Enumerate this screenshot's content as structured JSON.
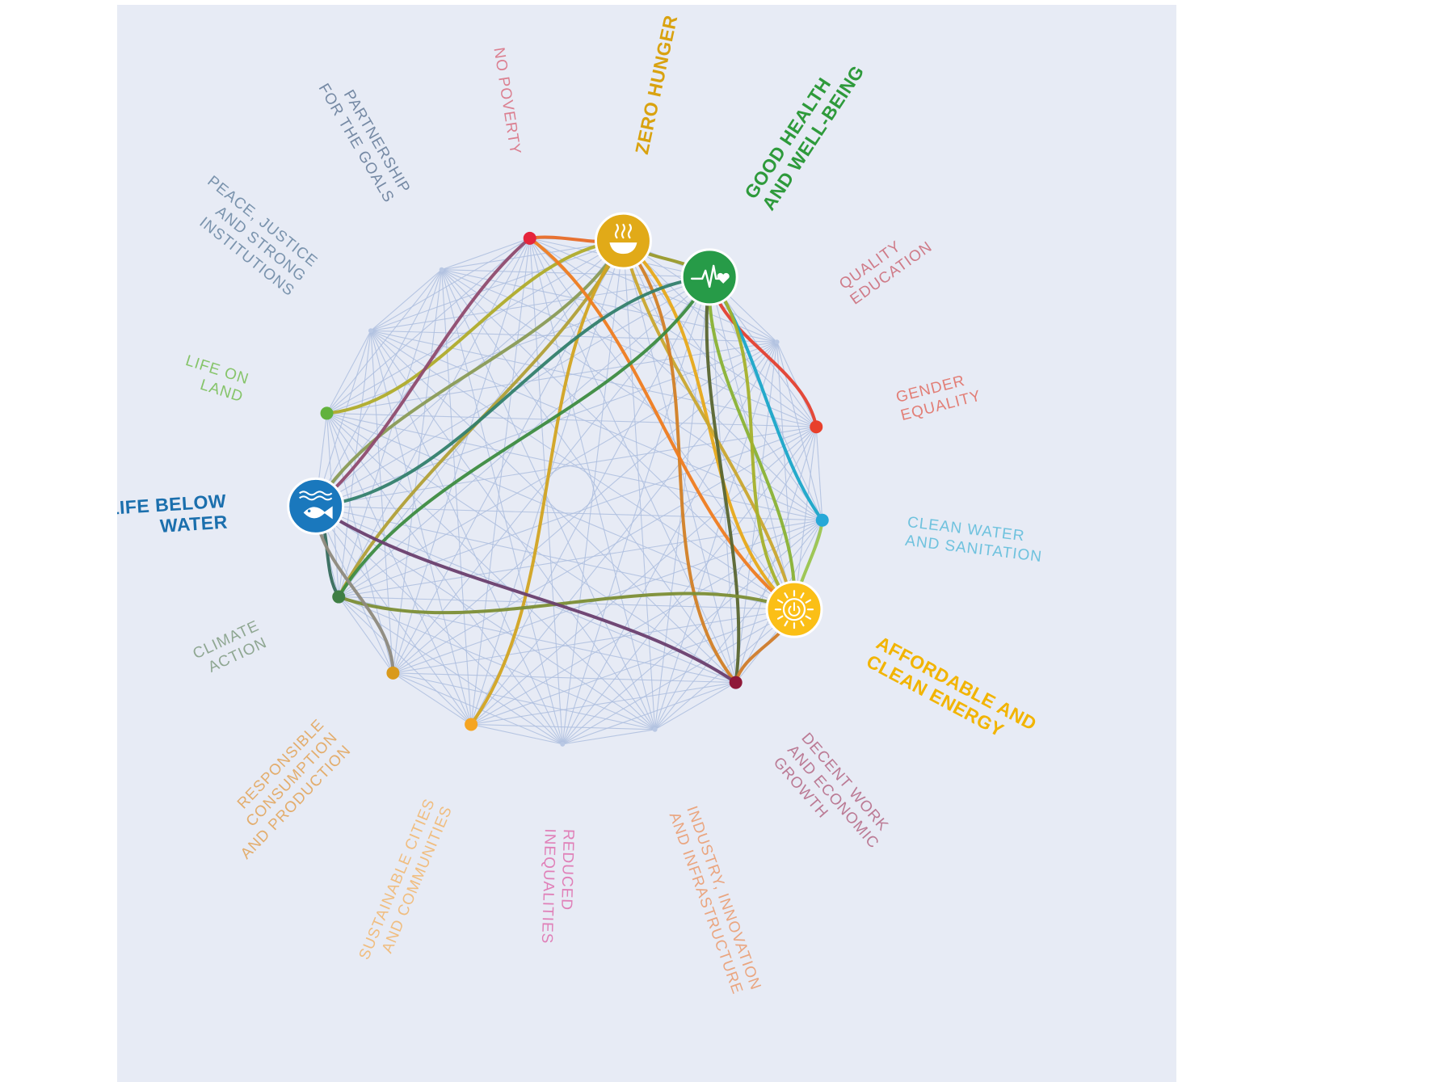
{
  "goals": [
    {
      "id": "no-poverty",
      "lines": [
        "NO POVERTY"
      ],
      "color": "#e5243b",
      "label_color": "#db7f90",
      "highlight": false,
      "node_color": "#e5243b"
    },
    {
      "id": "zero-hunger",
      "lines": [
        "ZERO HUNGER"
      ],
      "color": "#dda63a",
      "label_color": "#d9a20f",
      "highlight": true,
      "node_color": "#e1aa18",
      "icon": "bowl-icon"
    },
    {
      "id": "good-health",
      "lines": [
        "GOOD HEALTH",
        "AND WELL-BEING"
      ],
      "color": "#4c9f38",
      "label_color": "#2e9a3b",
      "highlight": true,
      "node_color": "#279b48",
      "icon": "heartbeat-icon"
    },
    {
      "id": "quality-education",
      "lines": [
        "QUALITY",
        "EDUCATION"
      ],
      "color": "#c5192d",
      "label_color": "#cf7b88",
      "highlight": false,
      "node_color": "#c5192d"
    },
    {
      "id": "gender-equality",
      "lines": [
        "GENDER",
        "EQUALITY"
      ],
      "color": "#ff3a21",
      "label_color": "#e27e76",
      "highlight": false,
      "node_color": "#e8402c"
    },
    {
      "id": "clean-water",
      "lines": [
        "CLEAN WATER",
        "AND SANITATION"
      ],
      "color": "#26bde2",
      "label_color": "#6fc2de",
      "highlight": false,
      "node_color": "#26a8d8"
    },
    {
      "id": "affordable-energy",
      "lines": [
        "AFFORDABLE AND",
        "CLEAN ENERGY"
      ],
      "color": "#fcc30b",
      "label_color": "#f2b400",
      "highlight": true,
      "node_color": "#fbbf16",
      "icon": "power-sun-icon"
    },
    {
      "id": "decent-work",
      "lines": [
        "DECENT WORK",
        "AND ECONOMIC",
        "GROWTH"
      ],
      "color": "#a21942",
      "label_color": "#bb7a94",
      "highlight": false,
      "node_color": "#8f1838"
    },
    {
      "id": "industry",
      "lines": [
        "INDUSTRY, INNOVATION",
        "AND INFRASTRUCTURE"
      ],
      "color": "#fd6925",
      "label_color": "#eaa57f",
      "highlight": false,
      "node_color": "#fd6925"
    },
    {
      "id": "reduced-inequalities",
      "lines": [
        "REDUCED",
        "INEQUALITIES"
      ],
      "color": "#dd1367",
      "label_color": "#e080b8",
      "highlight": false,
      "node_color": "#dd1367"
    },
    {
      "id": "sustainable-cities",
      "lines": [
        "SUSTAINABLE CITIES",
        "AND COMMUNITIES"
      ],
      "color": "#fd9d24",
      "label_color": "#f0bd7f",
      "highlight": false,
      "node_color": "#f5a523"
    },
    {
      "id": "responsible-consumption",
      "lines": [
        "RESPONSIBLE",
        "CONSUMPTION",
        "AND PRODUCTION"
      ],
      "color": "#bf8b2e",
      "label_color": "#e3ad6d",
      "highlight": false,
      "node_color": "#d99a1c"
    },
    {
      "id": "climate-action",
      "lines": [
        "CLIMATE",
        "ACTION"
      ],
      "color": "#3f7e44",
      "label_color": "#8fa792",
      "highlight": false,
      "node_color": "#3f7e44"
    },
    {
      "id": "life-below-water",
      "lines": [
        "LIFE BELOW",
        "WATER"
      ],
      "color": "#0a97d9",
      "label_color": "#1b6fad",
      "highlight": true,
      "node_color": "#1a78bd",
      "icon": "fish-icon"
    },
    {
      "id": "life-on-land",
      "lines": [
        "LIFE ON",
        "LAND"
      ],
      "color": "#56c02b",
      "label_color": "#86c46a",
      "highlight": false,
      "node_color": "#62b23c"
    },
    {
      "id": "peace-justice",
      "lines": [
        "PEACE, JUSTICE",
        "AND STRONG",
        "INSTITUTIONS"
      ],
      "color": "#00689d",
      "label_color": "#7a93ad",
      "highlight": false,
      "node_color": "#5f87b4"
    },
    {
      "id": "partnership",
      "lines": [
        "PARTNERSHIP",
        "FOR THE GOALS"
      ],
      "color": "#19486a",
      "label_color": "#7589a4",
      "highlight": false,
      "node_color": "#6c82a5"
    }
  ],
  "links": [
    {
      "from": "zero-hunger",
      "to": "no-poverty",
      "color": "#e86c27"
    },
    {
      "from": "zero-hunger",
      "to": "good-health",
      "color": "#9a9a2a"
    },
    {
      "from": "zero-hunger",
      "to": "affordable-energy",
      "color": "#e7a919"
    },
    {
      "from": "zero-hunger",
      "to": "affordable-energy",
      "color": "#c9a72e"
    },
    {
      "from": "zero-hunger",
      "to": "life-below-water",
      "color": "#8a9b55"
    },
    {
      "from": "zero-hunger",
      "to": "life-on-land",
      "color": "#b0ac2a"
    },
    {
      "from": "zero-hunger",
      "to": "climate-action",
      "color": "#b1a036"
    },
    {
      "from": "zero-hunger",
      "to": "sustainable-cities",
      "color": "#d2a421"
    },
    {
      "from": "zero-hunger",
      "to": "decent-work",
      "color": "#d28025"
    },
    {
      "from": "no-poverty",
      "to": "life-below-water",
      "color": "#8f4b6e"
    },
    {
      "from": "no-poverty",
      "to": "affordable-energy",
      "color": "#ef7c1f"
    },
    {
      "from": "good-health",
      "to": "gender-equality",
      "color": "#e4402f"
    },
    {
      "from": "good-health",
      "to": "clean-water",
      "color": "#1aa6c8"
    },
    {
      "from": "good-health",
      "to": "affordable-energy",
      "color": "#8ab234"
    },
    {
      "from": "good-health",
      "to": "affordable-energy",
      "color": "#a5b12b"
    },
    {
      "from": "good-health",
      "to": "decent-work",
      "color": "#5a6630"
    },
    {
      "from": "good-health",
      "to": "climate-action",
      "color": "#3d8c40"
    },
    {
      "from": "good-health",
      "to": "life-below-water",
      "color": "#33806b"
    },
    {
      "from": "clean-water",
      "to": "affordable-energy",
      "color": "#9bc54e"
    },
    {
      "from": "affordable-energy",
      "to": "climate-action",
      "color": "#7c8e34"
    },
    {
      "from": "affordable-energy",
      "to": "decent-work",
      "color": "#d07c2a"
    },
    {
      "from": "life-below-water",
      "to": "decent-work",
      "color": "#6a3f6e"
    },
    {
      "from": "life-below-water",
      "to": "climate-action",
      "color": "#366c5c"
    },
    {
      "from": "life-below-water",
      "to": "responsible-consumption",
      "color": "#8e8a7d"
    }
  ]
}
